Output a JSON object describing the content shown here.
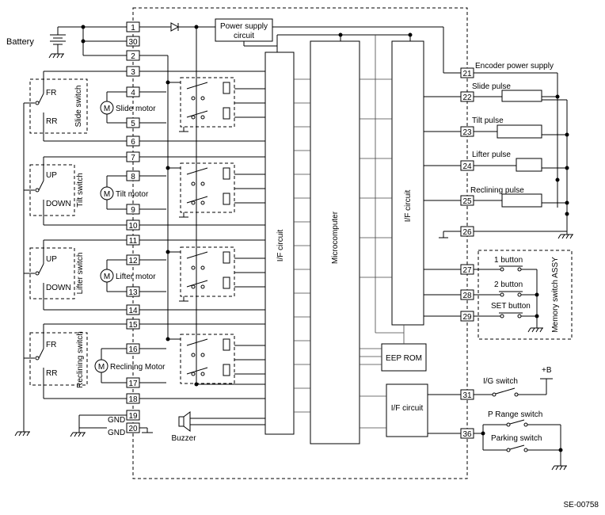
{
  "battery_label": "Battery",
  "power_supply": {
    "line1": "Power supply",
    "line2": "circuit"
  },
  "if_circuit_left": "I/F circuit",
  "microcomputer": "Microcomputer",
  "if_circuit_right": "I/F circuit",
  "if_circuit_bottom": "I/F circuit",
  "eeprom": "EEP ROM",
  "buzzer": "Buzzer",
  "gnd1": "GND",
  "gnd2": "GND",
  "switches": {
    "slide": {
      "name": "Slide switch",
      "pos1": "FR",
      "pos2": "RR"
    },
    "tilt": {
      "name": "Tilt switch",
      "pos1": "UP",
      "pos2": "DOWN"
    },
    "lifter": {
      "name": "Lifter switch",
      "pos1": "UP",
      "pos2": "DOWN"
    },
    "reclining": {
      "name": "Reclining switch",
      "pos1": "FR",
      "pos2": "RR"
    }
  },
  "motors": {
    "slide": "Slide motor",
    "tilt": "Tilt motor",
    "lifter": "Lifter motor",
    "reclining": "Reclining Motor"
  },
  "left_pins": [
    "1",
    "30",
    "2",
    "3",
    "4",
    "5",
    "6",
    "7",
    "8",
    "9",
    "10",
    "11",
    "12",
    "13",
    "14",
    "15",
    "16",
    "17",
    "18",
    "19",
    "20"
  ],
  "right_pins": [
    "21",
    "22",
    "23",
    "24",
    "25",
    "26",
    "27",
    "28",
    "29",
    "31",
    "36"
  ],
  "encoder_power_supply": "Encoder power supply",
  "pulses": {
    "slide": "Slide pulse",
    "tilt": "Tilt pulse",
    "lifter": "Lifter pulse",
    "reclining": "Reclining pulse"
  },
  "memory_switch": {
    "title": "Memory switch ASSY",
    "b1": "1 button",
    "b2": "2 button",
    "set": "SET button"
  },
  "ig_switch": "I/G switch",
  "plus_b": "+B",
  "p_range_switch": "P Range switch",
  "parking_switch": "Parking switch",
  "figure_code": "SE-00758"
}
